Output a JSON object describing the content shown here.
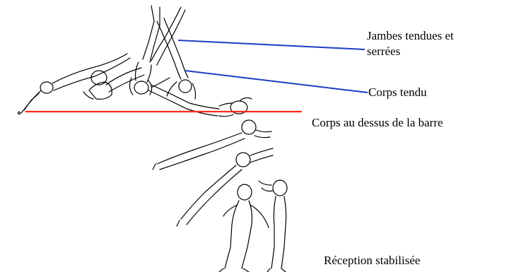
{
  "annotations": {
    "legs_line1": "Jambes tendues et",
    "legs_line2": "serrées",
    "body": "Corps tendu",
    "above_bar": "Corps au dessus de la barre",
    "landing": "Réception stabilisée"
  },
  "colors": {
    "bar_line": "#ff2a1a",
    "pointer_lines": "#1a3fc4",
    "figure_stroke": "#000000",
    "text": "#000000"
  }
}
